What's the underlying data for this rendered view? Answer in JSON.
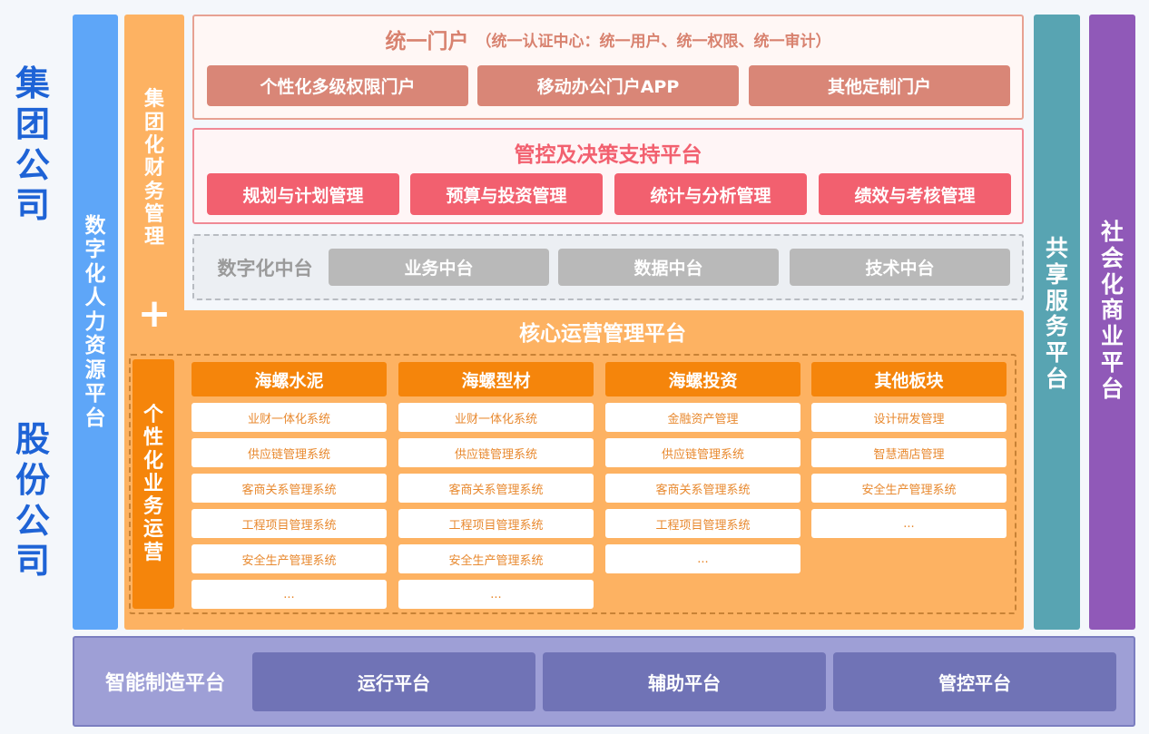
{
  "left_labels": {
    "top": "集团公司",
    "bottom": "股份公司"
  },
  "hr_platform": "数字化人力资源平台",
  "finance_mgmt": "集团化财务管理",
  "plus": "+",
  "individual_ops": "个性化业务运营",
  "shared_service": "共享服务平台",
  "social_platform": "社会化商业平台",
  "portal": {
    "title": "统一门户",
    "subtitle": "（统一认证中心：统一用户、统一权限、统一审计）",
    "items": [
      "个性化多级权限门户",
      "移动办公门户APP",
      "其他定制门户"
    ]
  },
  "control": {
    "title": "管控及决策支持平台",
    "items": [
      "规划与计划管理",
      "预算与投资管理",
      "统计与分析管理",
      "绩效与考核管理"
    ]
  },
  "digital_mid": {
    "title": "数字化中台",
    "items": [
      "业务中台",
      "数据中台",
      "技术中台"
    ]
  },
  "core": {
    "title": "核心运营管理平台",
    "columns": [
      {
        "name": "海螺水泥",
        "items": [
          "业财一体化系统",
          "供应链管理系统",
          "客商关系管理系统",
          "工程项目管理系统",
          "安全生产管理系统",
          "..."
        ]
      },
      {
        "name": "海螺型材",
        "items": [
          "业财一体化系统",
          "供应链管理系统",
          "客商关系管理系统",
          "工程项目管理系统",
          "安全生产管理系统",
          "..."
        ]
      },
      {
        "name": "海螺投资",
        "items": [
          "金融资产管理",
          "供应链管理系统",
          "客商关系管理系统",
          "工程项目管理系统",
          "..."
        ]
      },
      {
        "name": "其他板块",
        "items": [
          "设计研发管理",
          "智慧酒店管理",
          "安全生产管理系统",
          "..."
        ]
      }
    ]
  },
  "manufacturing": {
    "title": "智能制造平台",
    "items": [
      "运行平台",
      "辅助平台",
      "管控平台"
    ]
  },
  "colors": {
    "blue_text": "#1e63d6",
    "hr_blue": "#5ea6f8",
    "orange_light": "#fdb262",
    "orange_dark": "#f5850b",
    "portal_btn": "#d98677",
    "control_btn": "#f2606f",
    "gray_btn": "#b9b9b9",
    "teal": "#58a4b2",
    "purple": "#9059b8",
    "mfg_bg": "#9e9fd6",
    "mfg_btn": "#7073b6"
  }
}
